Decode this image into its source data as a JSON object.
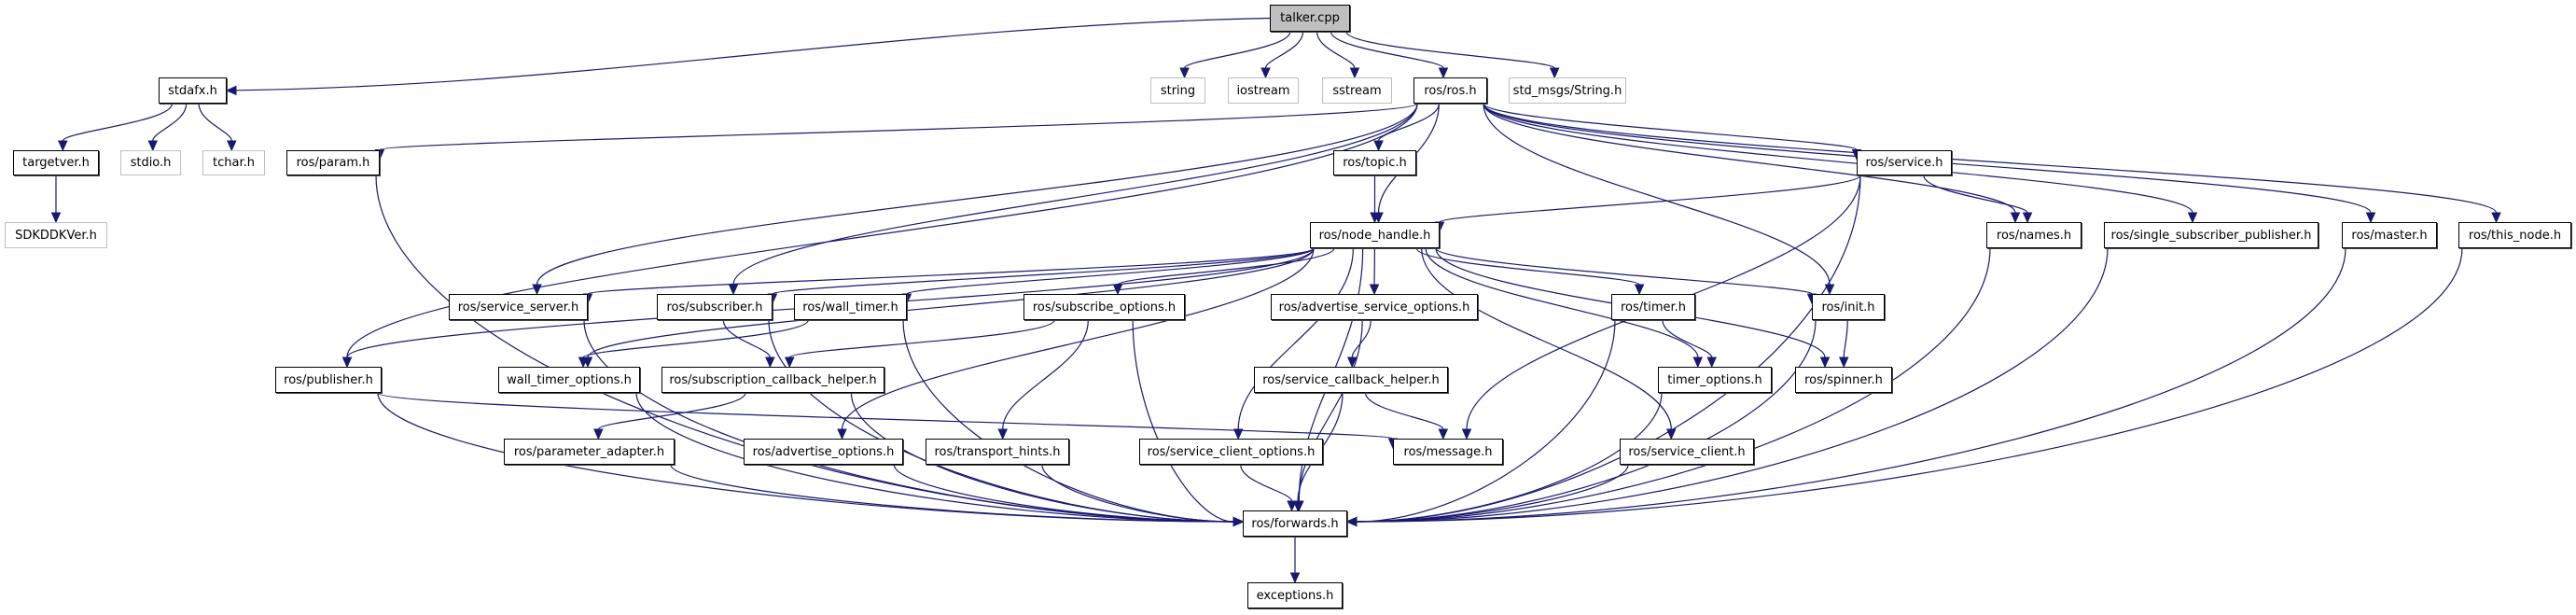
{
  "diagram": {
    "type": "include-dependency-graph",
    "root": "talker.cpp",
    "edge_color": "#191970",
    "nodes": [
      {
        "id": "talker",
        "label": "talker.cpp",
        "kind": "main"
      },
      {
        "id": "stdafx",
        "label": "stdafx.h",
        "kind": "internal"
      },
      {
        "id": "string",
        "label": "string",
        "kind": "external"
      },
      {
        "id": "iostream",
        "label": "iostream",
        "kind": "external"
      },
      {
        "id": "sstream",
        "label": "sstream",
        "kind": "external"
      },
      {
        "id": "ros",
        "label": "ros/ros.h",
        "kind": "internal"
      },
      {
        "id": "stdmsgs",
        "label": "std_msgs/String.h",
        "kind": "external"
      },
      {
        "id": "targetver",
        "label": "targetver.h",
        "kind": "internal"
      },
      {
        "id": "stdio",
        "label": "stdio.h",
        "kind": "external"
      },
      {
        "id": "tchar",
        "label": "tchar.h",
        "kind": "external"
      },
      {
        "id": "param",
        "label": "ros/param.h",
        "kind": "internal"
      },
      {
        "id": "topic",
        "label": "ros/topic.h",
        "kind": "internal"
      },
      {
        "id": "service",
        "label": "ros/service.h",
        "kind": "internal"
      },
      {
        "id": "sdkddkver",
        "label": "SDKDDKVer.h",
        "kind": "external"
      },
      {
        "id": "nodehandle",
        "label": "ros/node_handle.h",
        "kind": "internal"
      },
      {
        "id": "names",
        "label": "ros/names.h",
        "kind": "internal"
      },
      {
        "id": "ssp",
        "label": "ros/single_subscriber_publisher.h",
        "kind": "internal"
      },
      {
        "id": "master",
        "label": "ros/master.h",
        "kind": "internal"
      },
      {
        "id": "thisnode",
        "label": "ros/this_node.h",
        "kind": "internal"
      },
      {
        "id": "serviceserver",
        "label": "ros/service_server.h",
        "kind": "internal"
      },
      {
        "id": "subscriber",
        "label": "ros/subscriber.h",
        "kind": "internal"
      },
      {
        "id": "walltimer",
        "label": "ros/wall_timer.h",
        "kind": "internal"
      },
      {
        "id": "subscribeoptions",
        "label": "ros/subscribe_options.h",
        "kind": "internal"
      },
      {
        "id": "advserviceoptions",
        "label": "ros/advertise_service_options.h",
        "kind": "internal"
      },
      {
        "id": "timer",
        "label": "ros/timer.h",
        "kind": "internal"
      },
      {
        "id": "init",
        "label": "ros/init.h",
        "kind": "internal"
      },
      {
        "id": "publisher",
        "label": "ros/publisher.h",
        "kind": "internal"
      },
      {
        "id": "walltimeroptions",
        "label": "wall_timer_options.h",
        "kind": "internal"
      },
      {
        "id": "subcbhelper",
        "label": "ros/subscription_callback_helper.h",
        "kind": "internal"
      },
      {
        "id": "servicecbhelper",
        "label": "ros/service_callback_helper.h",
        "kind": "internal"
      },
      {
        "id": "timeroptions",
        "label": "timer_options.h",
        "kind": "internal"
      },
      {
        "id": "spinner",
        "label": "ros/spinner.h",
        "kind": "internal"
      },
      {
        "id": "paramadapter",
        "label": "ros/parameter_adapter.h",
        "kind": "internal"
      },
      {
        "id": "advoptions",
        "label": "ros/advertise_options.h",
        "kind": "internal"
      },
      {
        "id": "transporthints",
        "label": "ros/transport_hints.h",
        "kind": "internal"
      },
      {
        "id": "serviceclientoptions",
        "label": "ros/service_client_options.h",
        "kind": "internal"
      },
      {
        "id": "message",
        "label": "ros/message.h",
        "kind": "internal"
      },
      {
        "id": "serviceclient",
        "label": "ros/service_client.h",
        "kind": "internal"
      },
      {
        "id": "forwards",
        "label": "ros/forwards.h",
        "kind": "internal"
      },
      {
        "id": "exceptions",
        "label": "exceptions.h",
        "kind": "internal"
      }
    ],
    "edges": [
      [
        "talker",
        "stdafx"
      ],
      [
        "talker",
        "string"
      ],
      [
        "talker",
        "iostream"
      ],
      [
        "talker",
        "sstream"
      ],
      [
        "talker",
        "ros"
      ],
      [
        "talker",
        "stdmsgs"
      ],
      [
        "stdafx",
        "targetver"
      ],
      [
        "stdafx",
        "stdio"
      ],
      [
        "stdafx",
        "tchar"
      ],
      [
        "targetver",
        "sdkddkver"
      ],
      [
        "ros",
        "param"
      ],
      [
        "ros",
        "topic"
      ],
      [
        "ros",
        "nodehandle"
      ],
      [
        "ros",
        "service"
      ],
      [
        "ros",
        "names"
      ],
      [
        "ros",
        "ssp"
      ],
      [
        "ros",
        "master"
      ],
      [
        "ros",
        "thisnode"
      ],
      [
        "ros",
        "serviceserver"
      ],
      [
        "ros",
        "subscriber"
      ],
      [
        "ros",
        "publisher"
      ],
      [
        "ros",
        "init"
      ],
      [
        "topic",
        "nodehandle"
      ],
      [
        "service",
        "nodehandle"
      ],
      [
        "service",
        "names"
      ],
      [
        "service",
        "message"
      ],
      [
        "service",
        "forwards"
      ],
      [
        "nodehandle",
        "serviceserver"
      ],
      [
        "nodehandle",
        "subscriber"
      ],
      [
        "nodehandle",
        "walltimer"
      ],
      [
        "nodehandle",
        "subscribeoptions"
      ],
      [
        "nodehandle",
        "advserviceoptions"
      ],
      [
        "nodehandle",
        "timer"
      ],
      [
        "nodehandle",
        "init"
      ],
      [
        "nodehandle",
        "publisher"
      ],
      [
        "nodehandle",
        "walltimeroptions"
      ],
      [
        "nodehandle",
        "timeroptions"
      ],
      [
        "nodehandle",
        "spinner"
      ],
      [
        "nodehandle",
        "advoptions"
      ],
      [
        "nodehandle",
        "serviceclientoptions"
      ],
      [
        "nodehandle",
        "serviceclient"
      ],
      [
        "nodehandle",
        "forwards"
      ],
      [
        "param",
        "forwards"
      ],
      [
        "names",
        "forwards"
      ],
      [
        "ssp",
        "forwards"
      ],
      [
        "master",
        "forwards"
      ],
      [
        "thisnode",
        "forwards"
      ],
      [
        "serviceserver",
        "forwards"
      ],
      [
        "subscriber",
        "subcbhelper"
      ],
      [
        "subscriber",
        "forwards"
      ],
      [
        "walltimer",
        "walltimeroptions"
      ],
      [
        "walltimer",
        "forwards"
      ],
      [
        "subscribeoptions",
        "subcbhelper"
      ],
      [
        "subscribeoptions",
        "transporthints"
      ],
      [
        "subscribeoptions",
        "forwards"
      ],
      [
        "advserviceoptions",
        "servicecbhelper"
      ],
      [
        "advserviceoptions",
        "forwards"
      ],
      [
        "timer",
        "timeroptions"
      ],
      [
        "timer",
        "forwards"
      ],
      [
        "init",
        "spinner"
      ],
      [
        "init",
        "forwards"
      ],
      [
        "publisher",
        "message"
      ],
      [
        "publisher",
        "forwards"
      ],
      [
        "walltimeroptions",
        "forwards"
      ],
      [
        "subcbhelper",
        "paramadapter"
      ],
      [
        "subcbhelper",
        "forwards"
      ],
      [
        "servicecbhelper",
        "message"
      ],
      [
        "servicecbhelper",
        "forwards"
      ],
      [
        "timeroptions",
        "forwards"
      ],
      [
        "paramadapter",
        "forwards"
      ],
      [
        "advoptions",
        "forwards"
      ],
      [
        "transporthints",
        "forwards"
      ],
      [
        "serviceclientoptions",
        "forwards"
      ],
      [
        "serviceclient",
        "forwards"
      ],
      [
        "forwards",
        "exceptions"
      ]
    ]
  }
}
